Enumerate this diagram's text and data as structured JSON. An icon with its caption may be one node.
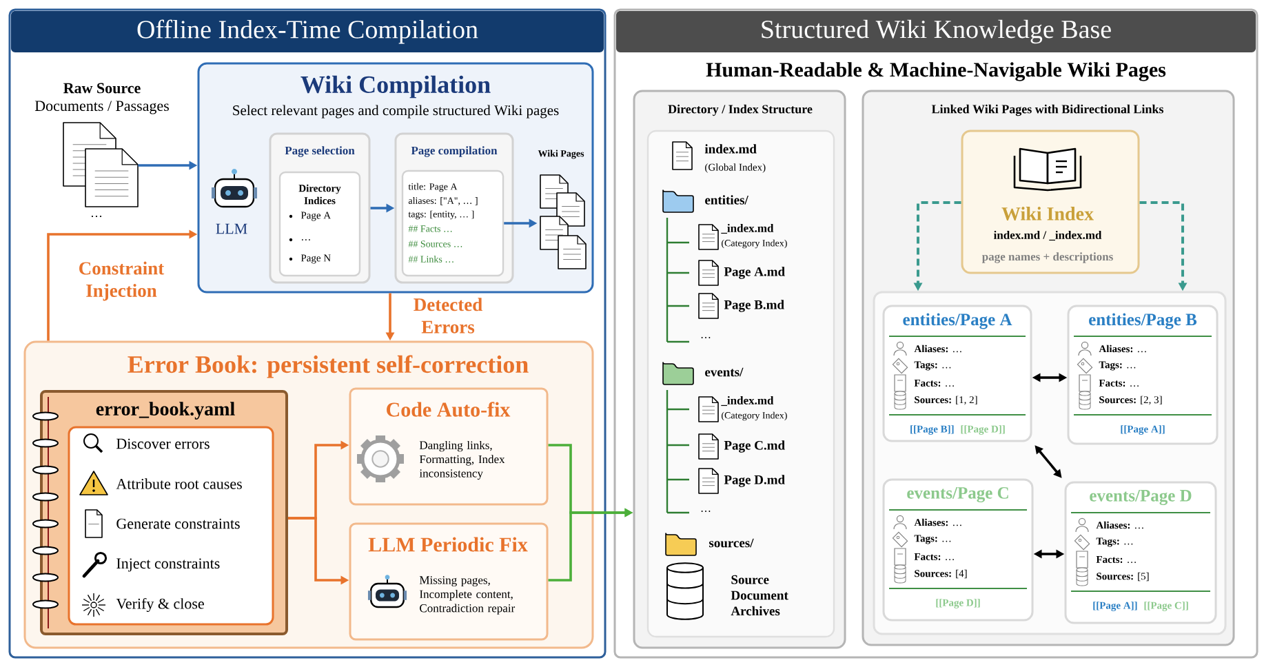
{
  "diagram": {
    "nodes": [
      {
        "text": [
          "Offline Index-Time Compilation"
        ]
      },
      {
        "text": [],
        "shape": "document",
        "beside": [
          "Raw Source",
          "Documents / Passages",
          "…"
        ],
        "in": 0
      },
      {
        "text": [
          "Wiki Compilation",
          "Select relevant pages and compile structured Wiki pages"
        ],
        "in": 0
      },
      {
        "text": [
          "LLM"
        ],
        "in": 2
      },
      {
        "text": [
          "Page selection"
        ],
        "in": 2
      },
      {
        "text": [
          "Directory Indices",
          "Page A",
          "…",
          "Page N"
        ],
        "in": 4
      },
      {
        "text": [
          "Page compilation"
        ],
        "in": 2
      },
      {
        "text": [
          "title: Page A",
          "aliases: [\"A\",  … ]",
          "tags: [entity, … ]",
          "## Facts …",
          "## Sources …",
          "## Links …"
        ],
        "in": 6
      },
      {
        "text": [],
        "shape": "document",
        "beside": [
          "Wiki Pages"
        ],
        "in": 2
      },
      {
        "text": [
          "Error Book: persistent self-correction"
        ],
        "in": 0
      },
      {
        "text": [
          "error_book.yaml"
        ],
        "in": 9
      },
      {
        "text": [
          "Discover errors",
          "Attribute root causes",
          "Generate constraints",
          "Inject constraints",
          "Verify & close"
        ],
        "in": 10
      },
      {
        "text": [
          "Code Auto-fix",
          "Dangling links, Formatting, Index inconsistency"
        ],
        "in": 9
      },
      {
        "text": [
          "LLM Periodic Fix",
          "Missing pages, Incomplete content, Contradiction repair"
        ],
        "in": 9
      },
      {
        "text": [
          "Structured Wiki Knowledge Base",
          "Human-Readable & Machine-Navigable Wiki Pages"
        ]
      },
      {
        "text": [
          "Directory / Index Structure"
        ],
        "in": 14
      },
      {
        "text": [
          "index.md",
          "(Global Index)",
          "entities/",
          "_index.md",
          "(Category Index)",
          "Page A.md",
          "Page B.md",
          "…",
          "events/",
          "_index.md",
          "(Category Index)",
          "Page C.md",
          "Page D.md",
          "…",
          "sources/",
          "Source Document Archives"
        ],
        "in": 15
      },
      {
        "text": [
          "Linked Wiki Pages with Bidirectional Links"
        ],
        "in": 14
      },
      {
        "text": [
          "Wiki Index",
          "index.md / _index.md",
          "page names + descriptions"
        ],
        "in": 17
      },
      {
        "text": [],
        "shape": "box",
        "in": 17
      },
      {
        "text": [
          "entities/Page A",
          "**Aliases:** …",
          "**Tags:** …",
          "**Facts:** …",
          "**Sources:** [1, 2]",
          "[[Page B]]",
          "[[Page D]]"
        ],
        "in": 19
      },
      {
        "text": [
          "entities/Page B",
          "**Aliases:** …",
          "**Tags:** …",
          "**Facts:** …",
          "**Sources:** [2, 3]",
          "[[Page A]]"
        ],
        "in": 19
      },
      {
        "text": [
          "events/Page C",
          "**Aliases:** …",
          "**Tags:** …",
          "**Facts:** …",
          "**Sources:** [4]",
          "[[Page D]]"
        ],
        "in": 19
      },
      {
        "text": [
          "events/Page D",
          "**Aliases:** …",
          "**Tags:** …",
          "**Facts:** …",
          "**Sources:** [5]",
          "[[Page A]]",
          "[[Page C]]"
        ],
        "in": 19
      }
    ],
    "edges": [
      {
        "from": 1,
        "to": 2,
        "arrow": "to",
        "color": "#2f6db5"
      },
      {
        "from": 4,
        "to": 6,
        "arrow": "to",
        "color": "#2f6db5"
      },
      {
        "from": 7,
        "to": 8,
        "arrow": "to",
        "color": "#2f6db5"
      },
      {
        "from": 2,
        "to": 9,
        "arrow": "to",
        "color": "#e8732c",
        "label": "Detected Errors"
      },
      {
        "from": 9,
        "to": 2,
        "arrow": "to",
        "color": "#e8732c",
        "label": "Constraint Injection"
      },
      {
        "from": 10,
        "to": 12,
        "arrow": "to",
        "color": "#e8732c"
      },
      {
        "from": 10,
        "to": 13,
        "arrow": "to",
        "color": "#e8732c"
      },
      {
        "from": 12,
        "to": 15,
        "arrow": "to",
        "color": "#4caf3a"
      },
      {
        "from": 13,
        "to": 15,
        "arrow": "to",
        "color": "#4caf3a"
      },
      {
        "from": 18,
        "to": 19,
        "arrow": "to",
        "style": "dashed",
        "color": "#3a9a8e"
      },
      {
        "from": 18,
        "to": 19,
        "arrow": "to",
        "style": "dashed",
        "color": "#3a9a8e"
      },
      {
        "from": 20,
        "to": 21,
        "arrow": "both",
        "color": "#000000"
      },
      {
        "from": 20,
        "to": 23,
        "arrow": "both",
        "color": "#000000"
      },
      {
        "from": 22,
        "to": 23,
        "arrow": "both",
        "color": "#000000"
      }
    ]
  }
}
